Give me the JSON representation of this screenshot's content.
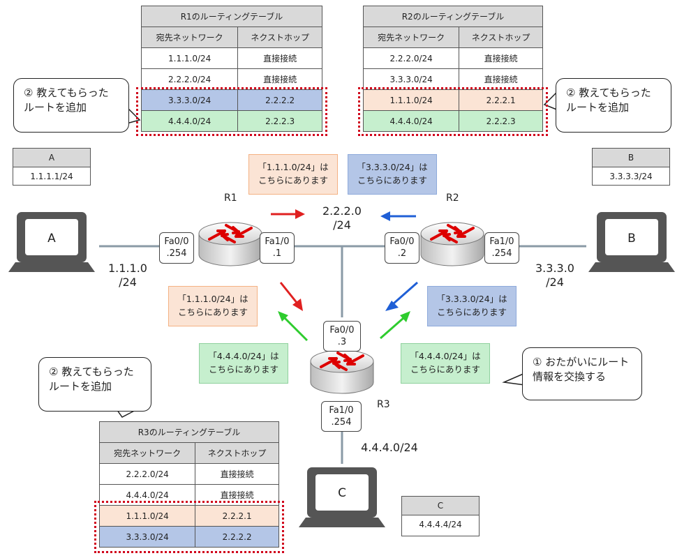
{
  "routers": {
    "r1": {
      "name": "R1",
      "fa00": {
        "port": "Fa0/0",
        "addr": ".254"
      },
      "fa10": {
        "port": "Fa1/0",
        "addr": ".1"
      }
    },
    "r2": {
      "name": "R2",
      "fa00": {
        "port": "Fa0/0",
        "addr": ".2"
      },
      "fa10": {
        "port": "Fa1/0",
        "addr": ".254"
      }
    },
    "r3": {
      "name": "R3",
      "fa00": {
        "port": "Fa0/0",
        "addr": ".3"
      },
      "fa10": {
        "port": "Fa1/0",
        "addr": ".254"
      }
    }
  },
  "pcs": {
    "a": {
      "label": "A",
      "box_header": "A",
      "box_ip": "1.1.1.1/24"
    },
    "b": {
      "label": "B",
      "box_header": "B",
      "box_ip": "3.3.3.3/24"
    },
    "c": {
      "label": "C",
      "box_header": "C",
      "box_ip": "4.4.4.4/24"
    }
  },
  "networks": {
    "net1_line1": "1.1.1.0",
    "net1_line2": "/24",
    "net2_line1": "2.2.2.0",
    "net2_line2": "/24",
    "net3_line1": "3.3.3.0",
    "net3_line2": "/24",
    "net4": "4.4.4.0/24"
  },
  "tables": {
    "headers": {
      "dest": "宛先ネットワーク",
      "next": "ネクストホップ"
    },
    "r1": {
      "title": "R1のルーティングテーブル",
      "rows": [
        {
          "dest": "1.1.1.0/24",
          "next": "直接接続"
        },
        {
          "dest": "2.2.2.0/24",
          "next": "直接接続"
        },
        {
          "dest": "3.3.3.0/24",
          "next": "2.2.2.2"
        },
        {
          "dest": "4.4.4.0/24",
          "next": "2.2.2.3"
        }
      ]
    },
    "r2": {
      "title": "R2のルーティングテーブル",
      "rows": [
        {
          "dest": "2.2.2.0/24",
          "next": "直接接続"
        },
        {
          "dest": "3.3.3.0/24",
          "next": "直接接続"
        },
        {
          "dest": "1.1.1.0/24",
          "next": "2.2.2.1"
        },
        {
          "dest": "4.4.4.0/24",
          "next": "2.2.2.3"
        }
      ]
    },
    "r3": {
      "title": "R3のルーティングテーブル",
      "rows": [
        {
          "dest": "2.2.2.0/24",
          "next": "直接接続"
        },
        {
          "dest": "4.4.4.0/24",
          "next": "直接接続"
        },
        {
          "dest": "1.1.1.0/24",
          "next": "2.2.2.1"
        },
        {
          "dest": "3.3.3.0/24",
          "next": "2.2.2.2"
        }
      ]
    }
  },
  "notes": {
    "n1_line1": "「1.1.1.0/24」は",
    "n1_line2": "こちらにあります",
    "n3_line1": "「3.3.3.0/24」は",
    "n3_line2": "こちらにあります",
    "n4_line1": "「4.4.4.0/24」は",
    "n4_line2": "こちらにあります"
  },
  "bubbles": {
    "added_line1": "② 教えてもらった",
    "added_line2": "ルートを追加",
    "exchange_line1": "① おたがいにルート",
    "exchange_line2": "情報を交換する"
  },
  "colors": {
    "red_arrow": "#e02020",
    "blue_arrow": "#1f5fd6",
    "green_arrow": "#2ecc2e",
    "highlight_blue": "#b4c6e7",
    "highlight_green": "#c6efce",
    "highlight_orange": "#fbe4d5",
    "dotted_border": "#d0021b"
  }
}
